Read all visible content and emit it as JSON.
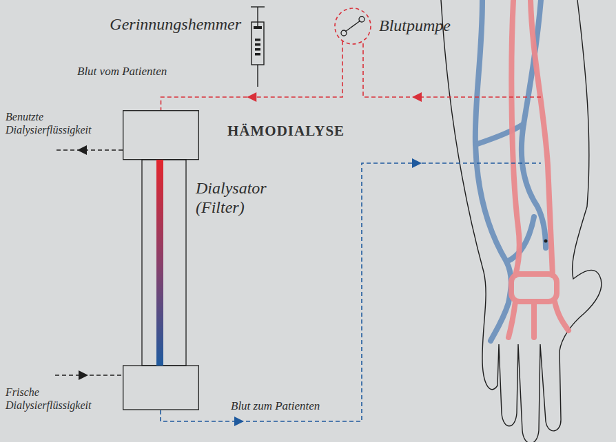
{
  "diagram": {
    "title": "HÄMODIALYSE",
    "nodes": [
      {
        "text": [
          "Gerinnungshemmer"
        ]
      },
      {
        "text": [
          "Blutpumpe"
        ]
      },
      {
        "text": [
          "Dialysator (Filter)"
        ]
      }
    ],
    "edges": [
      {
        "from": 1,
        "to": 2,
        "label": "Blut vom Patienten",
        "arrow": "to"
      }
    ],
    "labels": [
      "Benutzte Dialysierflüssigkeit",
      "Frische Dialysierflüssigkeit",
      "Blut zum Patienten"
    ]
  }
}
